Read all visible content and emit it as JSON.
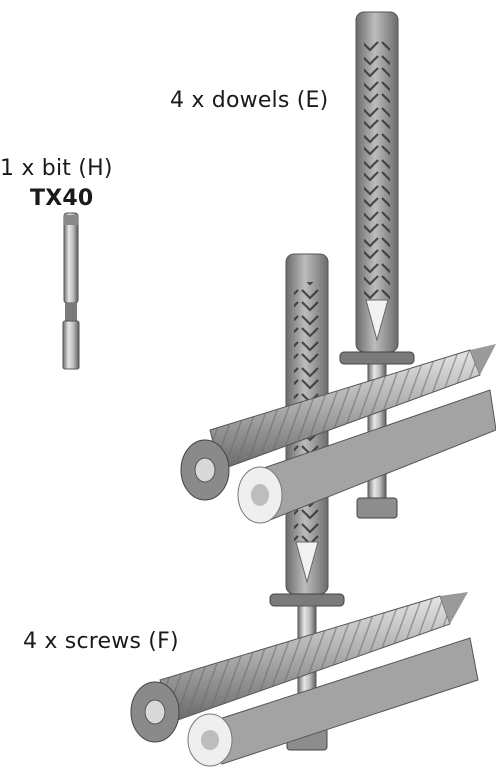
{
  "labels": {
    "dowels": "4 x dowels (E)",
    "bit": "1 x bit (H)",
    "bit_type": "TX40",
    "screws": "4 x screws (F)"
  },
  "colors": {
    "metal_light": "#dcdcdc",
    "metal_mid": "#a8a8a8",
    "metal_dark": "#5a5a5a",
    "dowel_grey": "#9a9a9a",
    "dowel_dark": "#3e3e3e",
    "dowel_white": "#eeeeee"
  }
}
